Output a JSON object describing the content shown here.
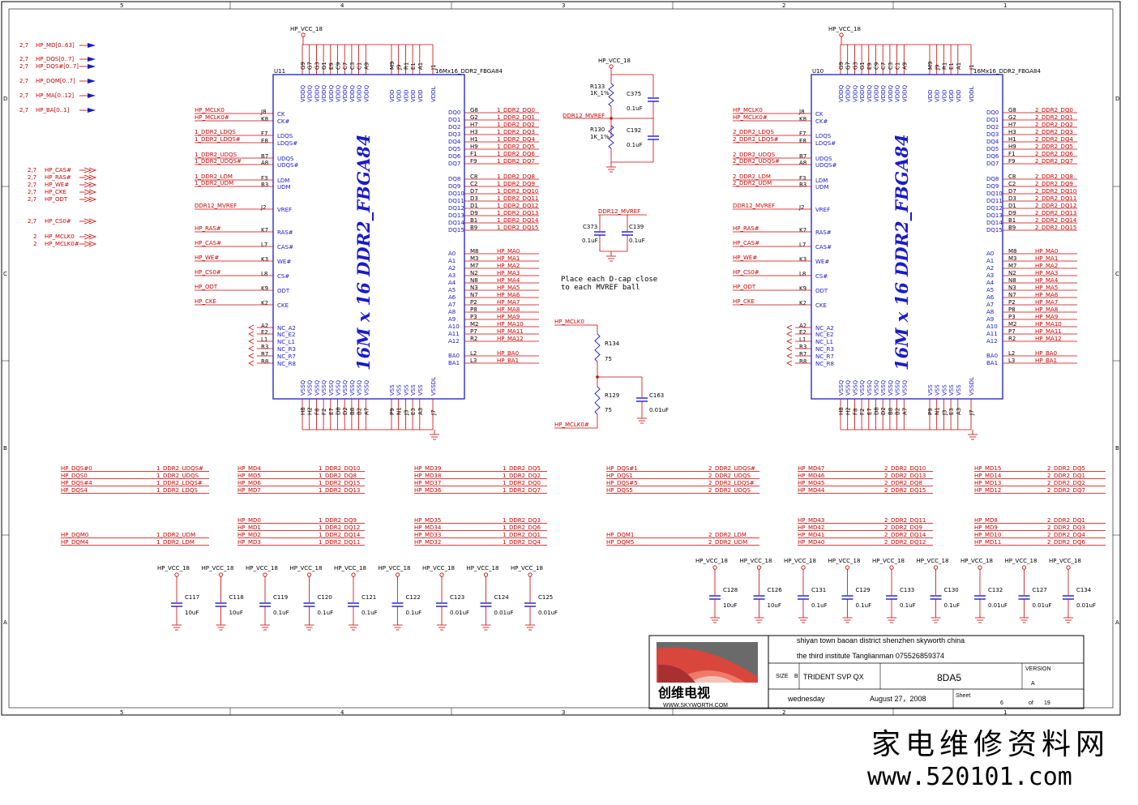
{
  "border": {
    "columns_top": [
      "5",
      "4",
      "3",
      "2",
      "1"
    ],
    "columns_bottom": [
      "5",
      "4",
      "3",
      "2",
      "1"
    ],
    "rows_left": [
      "D",
      "C",
      "B",
      "A"
    ],
    "rows_right": [
      "D",
      "C",
      "B",
      "A"
    ]
  },
  "offpage": [
    {
      "num": "2,7",
      "net": "HP_MD[0..63]"
    },
    {
      "num": "2,7",
      "net": "HP_DQS[0..7]"
    },
    {
      "num": "2,7",
      "net": "HP_DQS#[0..7]"
    },
    {
      "num": "2,7",
      "net": "HP_DQM[0..7]"
    },
    {
      "num": "2,7",
      "net": "HP_MA[0..12]"
    },
    {
      "num": "2,7",
      "net": "HP_BA[0..1]"
    }
  ],
  "offpage2": [
    {
      "num": "2,7",
      "net": "HP_CAS#"
    },
    {
      "num": "2,7",
      "net": "HP_RAS#"
    },
    {
      "num": "2,7",
      "net": "HP_WE#"
    },
    {
      "num": "2,7",
      "net": "HP_CKE"
    },
    {
      "num": "2,7",
      "net": "HP_ODT"
    },
    {
      "num": "2,7",
      "net": "HP_CS0#"
    },
    {
      "num": "2",
      "net": "HP_MCLK0"
    },
    {
      "num": "2",
      "net": "HP_MCLK0#"
    }
  ],
  "chip_common": {
    "part_label": "16Mx16_DDR2_FBGA84",
    "big_text": "16M x 16 DDR2_FBGA84",
    "supply": "HP_VCC_18",
    "top_pins": [
      "G9",
      "G7",
      "G3",
      "G1",
      "E9",
      "C9",
      "C7",
      "C3",
      "C1",
      "A9",
      "M9",
      "J9",
      "R1",
      "E1",
      "A1",
      "J1"
    ],
    "top_names": [
      "VDDQ",
      "VDDQ",
      "VDDQ",
      "VDDQ",
      "VDDQ",
      "VDDQ",
      "VDDQ",
      "VDDQ",
      "VDDQ",
      "VDDQ",
      "VDD",
      "VDD",
      "VDD",
      "VDD",
      "VDD",
      "VDDL"
    ],
    "bot_pins": [
      "H8",
      "H2",
      "F8",
      "F2",
      "E7",
      "D8",
      "D2",
      "B8",
      "B2",
      "A7",
      "P9",
      "N1",
      "J3",
      "E3",
      "A3",
      "J7"
    ],
    "bot_names": [
      "VSSQ",
      "VSSQ",
      "VSSQ",
      "VSSQ",
      "VSSQ",
      "VSSQ",
      "VSSQ",
      "VSSQ",
      "VSSQ",
      "VSSQ",
      "VSS",
      "VSS",
      "VSS",
      "VSS",
      "VSS",
      "VSSDL"
    ],
    "left_pins": [
      {
        "n": "CK",
        "p": "J8"
      },
      {
        "n": "CK#",
        "p": "K8"
      },
      {
        "n": "LDQS",
        "p": "F7"
      },
      {
        "n": "LDQS#",
        "p": "E8"
      },
      {
        "n": "UDQS",
        "p": "B7"
      },
      {
        "n": "UDQS#",
        "p": "A8"
      },
      {
        "n": "LDM",
        "p": "F3"
      },
      {
        "n": "UDM",
        "p": "B3"
      },
      {
        "n": "VREF",
        "p": "J2"
      },
      {
        "n": "RAS#",
        "p": "K7"
      },
      {
        "n": "CAS#",
        "p": "L7"
      },
      {
        "n": "WE#",
        "p": "K3"
      },
      {
        "n": "CS#",
        "p": "L8"
      },
      {
        "n": "ODT",
        "p": "K9"
      },
      {
        "n": "CKE",
        "p": "K2"
      },
      {
        "n": "NC_A2",
        "p": "A2"
      },
      {
        "n": "NC_E2",
        "p": "E2"
      },
      {
        "n": "NC_L1",
        "p": "L1"
      },
      {
        "n": "NC_R3",
        "p": "R3"
      },
      {
        "n": "NC_R7",
        "p": "R7"
      },
      {
        "n": "NC_R8",
        "p": "R8"
      }
    ],
    "right_pins": [
      {
        "n": "DQ0",
        "p": "G8"
      },
      {
        "n": "DQ1",
        "p": "G2"
      },
      {
        "n": "DQ2",
        "p": "H7"
      },
      {
        "n": "DQ3",
        "p": "H3"
      },
      {
        "n": "DQ4",
        "p": "H1"
      },
      {
        "n": "DQ5",
        "p": "H9"
      },
      {
        "n": "DQ6",
        "p": "F1"
      },
      {
        "n": "DQ7",
        "p": "F9"
      },
      {
        "n": "DQ8",
        "p": "C8"
      },
      {
        "n": "DQ9",
        "p": "C2"
      },
      {
        "n": "DQ10",
        "p": "D7"
      },
      {
        "n": "DQ11",
        "p": "D3"
      },
      {
        "n": "DQ12",
        "p": "D1"
      },
      {
        "n": "DQ13",
        "p": "D9"
      },
      {
        "n": "DQ14",
        "p": "B1"
      },
      {
        "n": "DQ15",
        "p": "B9"
      },
      {
        "n": "A0",
        "p": "M8"
      },
      {
        "n": "A1",
        "p": "M3"
      },
      {
        "n": "A2",
        "p": "M7"
      },
      {
        "n": "A3",
        "p": "N2"
      },
      {
        "n": "A4",
        "p": "N8"
      },
      {
        "n": "A5",
        "p": "N3"
      },
      {
        "n": "A6",
        "p": "N7"
      },
      {
        "n": "A7",
        "p": "P2"
      },
      {
        "n": "A8",
        "p": "P8"
      },
      {
        "n": "A9",
        "p": "P3"
      },
      {
        "n": "A10",
        "p": "M2"
      },
      {
        "n": "A11",
        "p": "P7"
      },
      {
        "n": "A12",
        "p": "R2"
      },
      {
        "n": "BA0",
        "p": "L2"
      },
      {
        "n": "BA1",
        "p": "L3"
      }
    ]
  },
  "u11": {
    "ref": "U11",
    "left_nets": [
      "HP_MCLK0",
      "HP_MCLK0#",
      "1_DDR2_LDQS",
      "1_DDR2_LDQS#",
      "1_DDR2_UDQS",
      "1_DDR2_UDQS#",
      "1_DDR2_LDM",
      "1_DDR2_UDM",
      "DDR12_MVREF",
      "HP_RAS#",
      "HP_CAS#",
      "HP_WE#",
      "HP_CS0#",
      "HP_ODT",
      "HP_CKE"
    ],
    "right_nets": [
      "1_DDR2_DQ0",
      "1_DDR2_DQ1",
      "1_DDR2_DQ2",
      "1_DDR2_DQ3",
      "1_DDR2_DQ4",
      "1_DDR2_DQ5",
      "1_DDR2_DQ6",
      "1_DDR2_DQ7",
      "1_DDR2_DQ8",
      "1_DDR2_DQ9",
      "1_DDR2_DQ10",
      "1_DDR2_DQ11",
      "1_DDR2_DQ12",
      "1_DDR2_DQ13",
      "1_DDR2_DQ14",
      "1_DDR2_DQ15",
      "HP_MA0",
      "HP_MA1",
      "HP_MA2",
      "HP_MA3",
      "HP_MA4",
      "HP_MA5",
      "HP_MA6",
      "HP_MA7",
      "HP_MA8",
      "HP_MA9",
      "HP_MA10",
      "HP_MA11",
      "HP_MA12",
      "HP_BA0",
      "HP_BA1"
    ]
  },
  "u10": {
    "ref": "U10",
    "left_nets": [
      "HP_MCLK0",
      "HP_MCLK0#",
      "2_DDR2_LDQS",
      "2_DDR2_LDQS#",
      "2_DDR2_UDQS",
      "2_DDR2_UDQS#",
      "2_DDR2_LDM",
      "2_DDR2_UDM",
      "DDR12_MVREF",
      "HP_RAS#",
      "HP_CAS#",
      "HP_WE#",
      "HP_CS0#",
      "HP_ODT",
      "HP_CKE"
    ],
    "right_nets": [
      "2_DDR2_DQ0",
      "2_DDR2_DQ1",
      "2_DDR2_DQ2",
      "2_DDR2_DQ3",
      "2_DDR2_DQ4",
      "2_DDR2_DQ5",
      "2_DDR2_DQ6",
      "2_DDR2_DQ7",
      "2_DDR2_DQ8",
      "2_DDR2_DQ9",
      "2_DDR2_DQ10",
      "2_DDR2_DQ11",
      "2_DDR2_DQ12",
      "2_DDR2_DQ13",
      "2_DDR2_DQ14",
      "2_DDR2_DQ15",
      "HP_MA0",
      "HP_MA1",
      "HP_MA2",
      "HP_MA3",
      "HP_MA4",
      "HP_MA5",
      "HP_MA6",
      "HP_MA7",
      "HP_MA8",
      "HP_MA9",
      "HP_MA10",
      "HP_MA11",
      "HP_MA12",
      "HP_BA0",
      "HP_BA1"
    ]
  },
  "vref": {
    "supply": "HP_VCC_18",
    "r_top": {
      "ref": "R133",
      "val": "1K_1%"
    },
    "r_bot": {
      "ref": "R130",
      "val": "1K_1%"
    },
    "c_top": {
      "ref": "C375",
      "val": "0.1uF"
    },
    "c_bot": {
      "ref": "C192",
      "val": "0.1uF"
    },
    "net": "DDR12_MVREF",
    "dcap_net": "DDR12_MVREF",
    "dcap1": {
      "ref": "C373",
      "val": "0.1uF"
    },
    "dcap2": {
      "ref": "C139",
      "val": "0.1uF"
    },
    "note1": "Place each D-cap close",
    "note2": "to each MVREF ball"
  },
  "term": {
    "top_net": "HP_MCLK0",
    "bot_net": "HP_MCLK0#",
    "r1": {
      "ref": "R134",
      "val": "75"
    },
    "r2": {
      "ref": "R129",
      "val": "75"
    },
    "c": {
      "ref": "C163",
      "val": "0.01uF"
    }
  },
  "mapping": [
    [
      [
        "HP_DQS#0",
        "1_DDR2_UDQS#"
      ],
      [
        "HP_DQS0",
        "1_DDR2_UDQS"
      ],
      [
        "HP_DQS#4",
        "1_DDR2_LDQS#"
      ],
      [
        "HP_DQS4",
        "1_DDR2_LDQS"
      ]
    ],
    [
      [
        "HP_MD4",
        "1_DDR2_DQ10"
      ],
      [
        "HP_MD5",
        "1_DDR2_DQ8"
      ],
      [
        "HP_MD6",
        "1_DDR2_DQ15"
      ],
      [
        "HP_MD7",
        "1_DDR2_DQ13"
      ]
    ],
    [
      [
        "HP_MD39",
        "1_DDR2_DQ5"
      ],
      [
        "HP_MD38",
        "1_DDR2_DQ2"
      ],
      [
        "HP_MD37",
        "1_DDR2_DQ0"
      ],
      [
        "HP_MD36",
        "1_DDR2_DQ7"
      ]
    ],
    [
      [
        "HP_DQS#1",
        "2_DDR2_UDQS#"
      ],
      [
        "HP_DQS1",
        "2_DDR2_UDQS"
      ],
      [
        "HP_DQS#5",
        "2_DDR2_LDQS#"
      ],
      [
        "HP_DQS5",
        "2_DDR2_UDQS"
      ]
    ],
    [
      [
        "HP_MD47",
        "2_DDR2_DQ10"
      ],
      [
        "HP_MD46",
        "2_DDR2_DQ13"
      ],
      [
        "HP_MD45",
        "2_DDR2_DQ8"
      ],
      [
        "HP_MD44",
        "2_DDR2_DQ15"
      ]
    ],
    [
      [
        "HP_MD15",
        "2_DDR2_DQ5"
      ],
      [
        "HP_MD14",
        "2_DDR2_DQ1"
      ],
      [
        "HP_MD13",
        "2_DDR2_DQ2"
      ],
      [
        "HP_MD12",
        "2_DDR2_DQ7"
      ]
    ],
    [
      [
        "HP_DQM0",
        "1_DDR2_UDM"
      ],
      [
        "HP_DQM4",
        "1_DDR2_LDM"
      ]
    ],
    [
      [
        "HP_MD0",
        "1_DDR2_DQ9"
      ],
      [
        "HP_MD1",
        "1_DDR2_DQ12"
      ],
      [
        "HP_MD2",
        "1_DDR2_DQ14"
      ],
      [
        "HP_MD3",
        "1_DDR2_DQ11"
      ]
    ],
    [
      [
        "HP_MD35",
        "1_DDR2_DQ3"
      ],
      [
        "HP_MD34",
        "1_DDR2_DQ6"
      ],
      [
        "HP_MD33",
        "1_DDR2_DQ1"
      ],
      [
        "HP_MD32",
        "1_DDR2_DQ4"
      ]
    ],
    [
      [
        "HP_DQM1",
        "2_DDR2_LDM"
      ],
      [
        "HP_DQM5",
        "2_DDR2_UDM"
      ]
    ],
    [
      [
        "HP_MD43",
        "2_DDR2_DQ11"
      ],
      [
        "HP_MD42",
        "2_DDR2_DQ9"
      ],
      [
        "HP_MD41",
        "2_DDR2_DQ14"
      ],
      [
        "HP_MD40",
        "2_DDR2_DQ12"
      ]
    ],
    [
      [
        "HP_MD8",
        "2_DDR2_DQ1"
      ],
      [
        "HP_MD9",
        "2_DDR2_DQ3"
      ],
      [
        "HP_MD10",
        "2_DDR2_DQ4"
      ],
      [
        "HP_MD11",
        "2_DDR2_DQ6"
      ]
    ]
  ],
  "decoup_left": [
    {
      "ref": "C117",
      "val": "10uF"
    },
    {
      "ref": "C118",
      "val": "10uF"
    },
    {
      "ref": "C119",
      "val": "0.1uF"
    },
    {
      "ref": "C120",
      "val": "0.1uF"
    },
    {
      "ref": "C121",
      "val": "0.1uF"
    },
    {
      "ref": "C122",
      "val": "0.1uF"
    },
    {
      "ref": "C123",
      "val": "0.01uF"
    },
    {
      "ref": "C124",
      "val": "0.01uF"
    },
    {
      "ref": "C125",
      "val": "0.01uF"
    }
  ],
  "decoup_right": [
    {
      "ref": "C128",
      "val": "10uF"
    },
    {
      "ref": "C126",
      "val": "10uF"
    },
    {
      "ref": "C131",
      "val": "0.1uF"
    },
    {
      "ref": "C129",
      "val": "0.1uF"
    },
    {
      "ref": "C133",
      "val": "0.1uF"
    },
    {
      "ref": "C130",
      "val": "0.1uF"
    },
    {
      "ref": "C132",
      "val": "0.01uF"
    },
    {
      "ref": "C127",
      "val": "0.01uF"
    },
    {
      "ref": "C134",
      "val": "0.01uF"
    }
  ],
  "title_block": {
    "line1": "shiyan  town baoan district    shenzhen     skyworth     china",
    "line2": "the  third  institute      Tanglianman      075526859374",
    "size_label": "SIZE",
    "size_val": "B",
    "title": "TRIDENT  SVP QX",
    "doc": "8DA5",
    "version_label": "VERSION",
    "version": "A",
    "day": "wednesday",
    "date": "August  27，2008",
    "sheet_label": "Sheet",
    "sheet": "6",
    "of_label": "of",
    "total": "19",
    "logo_cn": "创维电视",
    "logo_url": "WWW.SKYWORTH.COM",
    "logo_colors": [
      "#d8463c",
      "#f07a6a",
      "#a83030",
      "#f2c4b8",
      "#6a6a6a"
    ]
  },
  "watermark": {
    "cn": "家电维修资料网",
    "url": "www.520101.com"
  },
  "colors": {
    "wire": "#cc0000",
    "label": "#1a1acc",
    "line": "#000000"
  }
}
